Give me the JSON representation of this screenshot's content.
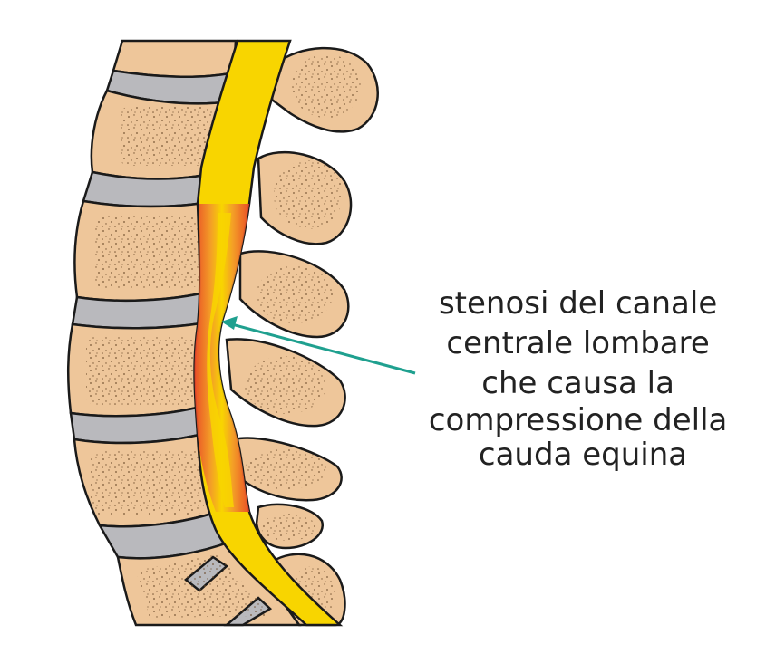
{
  "annotation": {
    "lines": [
      "stenosi del canale",
      "centrale lombare",
      "che causa la",
      "compressione della",
      "cauda equina"
    ]
  },
  "colors": {
    "bone": "#eec69a",
    "disc": "#b9b9bd",
    "cord": "#f8d500",
    "inflammation": "#e8432a",
    "arrow": "#1fa08f",
    "outline": "#1a1a1a"
  }
}
